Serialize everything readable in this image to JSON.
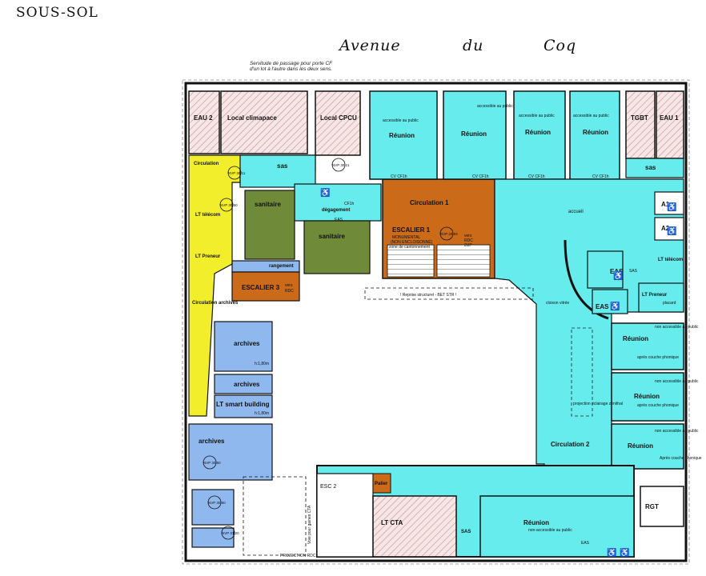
{
  "title": "SOUS-SOL",
  "street": {
    "w1": "Avenue",
    "w2": "du",
    "w3": "Coq"
  },
  "servitude_note": "Servitude de passage pour porte CF d'un lot à l'autre dans les deux sens.",
  "colors": {
    "cyan": "#66ecec",
    "yellow": "#f2ee2c",
    "green": "#6f8a38",
    "orange": "#cb6a18",
    "blue": "#8fb8ee",
    "hatch": "#d9a9a9",
    "wall": "#111111"
  },
  "rooms": {
    "eau2": "EAU 2",
    "local_clim": "Local climapace",
    "local_cpcu": "Local CPCU",
    "circulation_left": "Circulation",
    "sas_top": "sas",
    "lt_telecom_left": "LT télécom",
    "sanitaire_1": "sanitaire",
    "sanitaire_2": "sanitaire",
    "degagement": "dégagement",
    "circulation_1": "Circulation 1",
    "escalier_1": "ESCALIER 1",
    "escalier_1_sub": "MONUMENTAL",
    "escalier_1_sub2": "(NON ENCLOISONNÉ)",
    "escalier_1_sub3": "zone de cantonnement",
    "escalier_1_vers": "vers",
    "escalier_1_rdc": "RDC",
    "escalier_1_up": "2UP",
    "lt_preneur_left": "LT Preneur",
    "rangement": "rangement",
    "escalier_3": "ESCALIER 3",
    "escalier_3_vers": "vers",
    "escalier_3_rdc": "RDC",
    "circulation_archives": "Circulation archives",
    "archives_1": "archives",
    "archives_2": "archives",
    "lt_smart": "LT smart building",
    "archives_3": "archives",
    "h_180a": "h:1,80m",
    "h_180b": "h:1,80m",
    "reunion_1": "Réunion",
    "reunion_2": "Réunion",
    "reunion_3": "Réunion",
    "reunion_4": "Réunion",
    "accessible_1": "accessible au public",
    "accessible_2": "accessible au public",
    "accessible_3": "accessible au public",
    "accessible_4": "accessible au public",
    "cv_1": "CV CF1h",
    "cv_2": "CV CF1h",
    "cv_3": "CV CF1h",
    "cv_4": "CV CF1h",
    "cf1h": "CF1h",
    "tgbt": "TGBT",
    "eau1": "EAU 1",
    "sas_right": "sas",
    "accueil": "accueil",
    "a1": "A1",
    "a2": "A2",
    "lt_telecom_right": "LT télécom",
    "eas_1": "EAS",
    "eas_2": "EAS",
    "sas_mid": "SAS",
    "lt_preneur_right": "LT Preneur",
    "placard": "placard",
    "cloison_vitree": "cloison vitrée",
    "reunion_r1": "Réunion",
    "reunion_r2": "Réunion",
    "reunion_r3": "Réunion",
    "non_accessible_1": "non accessible au public",
    "non_accessible_2": "non accessible au public",
    "non_accessible_3": "non accessible au public",
    "apres_couche_1": "après couche phonique",
    "apres_couche_2": "après couche phonique",
    "apres_couche_3": "Après couche phonique",
    "projection_eclairage": "projection éclairage zénithal",
    "circulation_2": "Circulation 2",
    "rgt": "RGT",
    "esc2": "ESC 2",
    "palier": "Palier",
    "lt_cta": "LT CTA",
    "sas_bottom": "SAS",
    "reunion_bottom": "Réunion",
    "non_accessible_bottom": "non-accessible au public",
    "eas_bottom": "EAS",
    "voie_pompiers": "Voie pour gaines CTA",
    "projection_rdc": "PROJECTION RDC",
    "reprise": "! Reprise structurel - BET STR !",
    "eas_small": "EAS"
  },
  "nvp": {
    "n1": "NVP 30.11",
    "n2": "NVP 30.11",
    "n3": "NVP 30.50",
    "n4": "NVP 29.93",
    "n5": "NVP 30.60",
    "n6": "NVP 30.90",
    "n7": "NVP 31.20"
  }
}
